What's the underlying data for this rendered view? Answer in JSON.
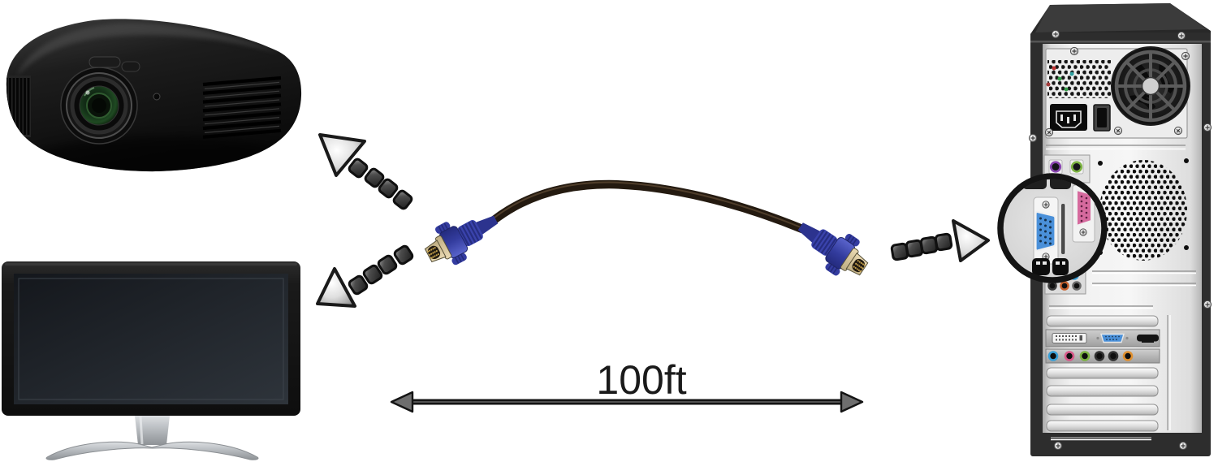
{
  "scene": {
    "kind": "vga-cable-connection-diagram",
    "background": "#ffffff"
  },
  "labels": {
    "cable_length": "100ft"
  },
  "icons": [
    {
      "name": "projector-illustration"
    },
    {
      "name": "monitor-illustration"
    },
    {
      "name": "vga-cable-illustration"
    },
    {
      "name": "computer-tower-rear-illustration"
    },
    {
      "name": "vga-port-magnifier-circle"
    },
    {
      "name": "dashed-arrow-to-projector"
    },
    {
      "name": "dashed-arrow-to-monitor"
    },
    {
      "name": "dashed-arrow-to-tower"
    },
    {
      "name": "length-double-arrow"
    }
  ],
  "colors": {
    "vga_connector_blue": "#3a43ac",
    "vga_port_blue": "#4a90d9",
    "parallel_port_pink": "#d66a9e",
    "cable_brown_black": "#241a10",
    "arrowhead_gray": "#6e6e6e",
    "label_text": "#1a1a1a",
    "tower_panel_gray": "#ececec",
    "device_black": "#121212"
  }
}
